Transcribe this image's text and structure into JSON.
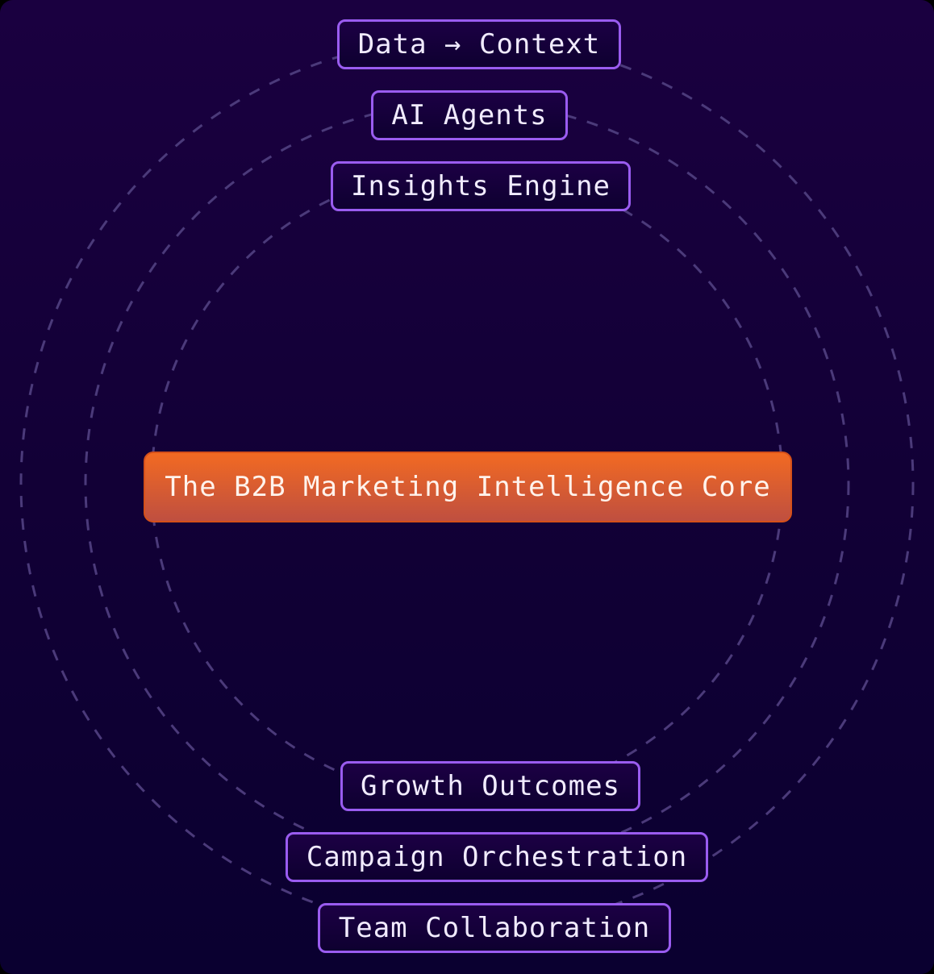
{
  "core": {
    "label": "The B2B Marketing Intelligence Core",
    "color_top": "#f26a22",
    "color_bottom": "#bf4f40"
  },
  "top_nodes": [
    {
      "label": "Data → Context"
    },
    {
      "label": "AI Agents"
    },
    {
      "label": "Insights Engine"
    }
  ],
  "bottom_nodes": [
    {
      "label": "Growth Outcomes"
    },
    {
      "label": "Campaign Orchestration"
    },
    {
      "label": "Team Collaboration"
    }
  ],
  "colors": {
    "accent": "#9a5cf0",
    "ring": "#4b3a7a",
    "background": "#1a0040"
  }
}
